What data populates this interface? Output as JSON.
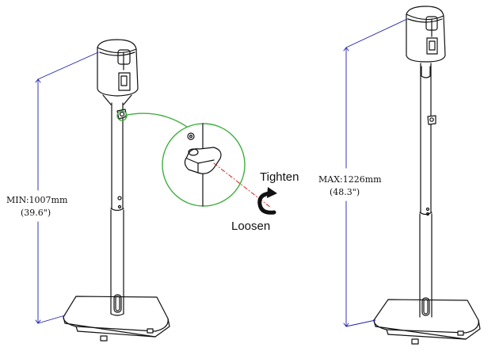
{
  "diagram": {
    "left_stand": {
      "min_label": "MIN:1007mm",
      "min_inches": "(39.6\")"
    },
    "right_stand": {
      "max_label": "MAX:1226mm",
      "max_inches": "(48.3\")"
    },
    "detail": {
      "tighten_label": "Tighten",
      "loosen_label": "Loosen"
    },
    "colors": {
      "dimension_line": "#1c1cb0",
      "detail_circle": "#3fae3f",
      "axis_line": "#e02020",
      "line_art": "#111111"
    }
  }
}
